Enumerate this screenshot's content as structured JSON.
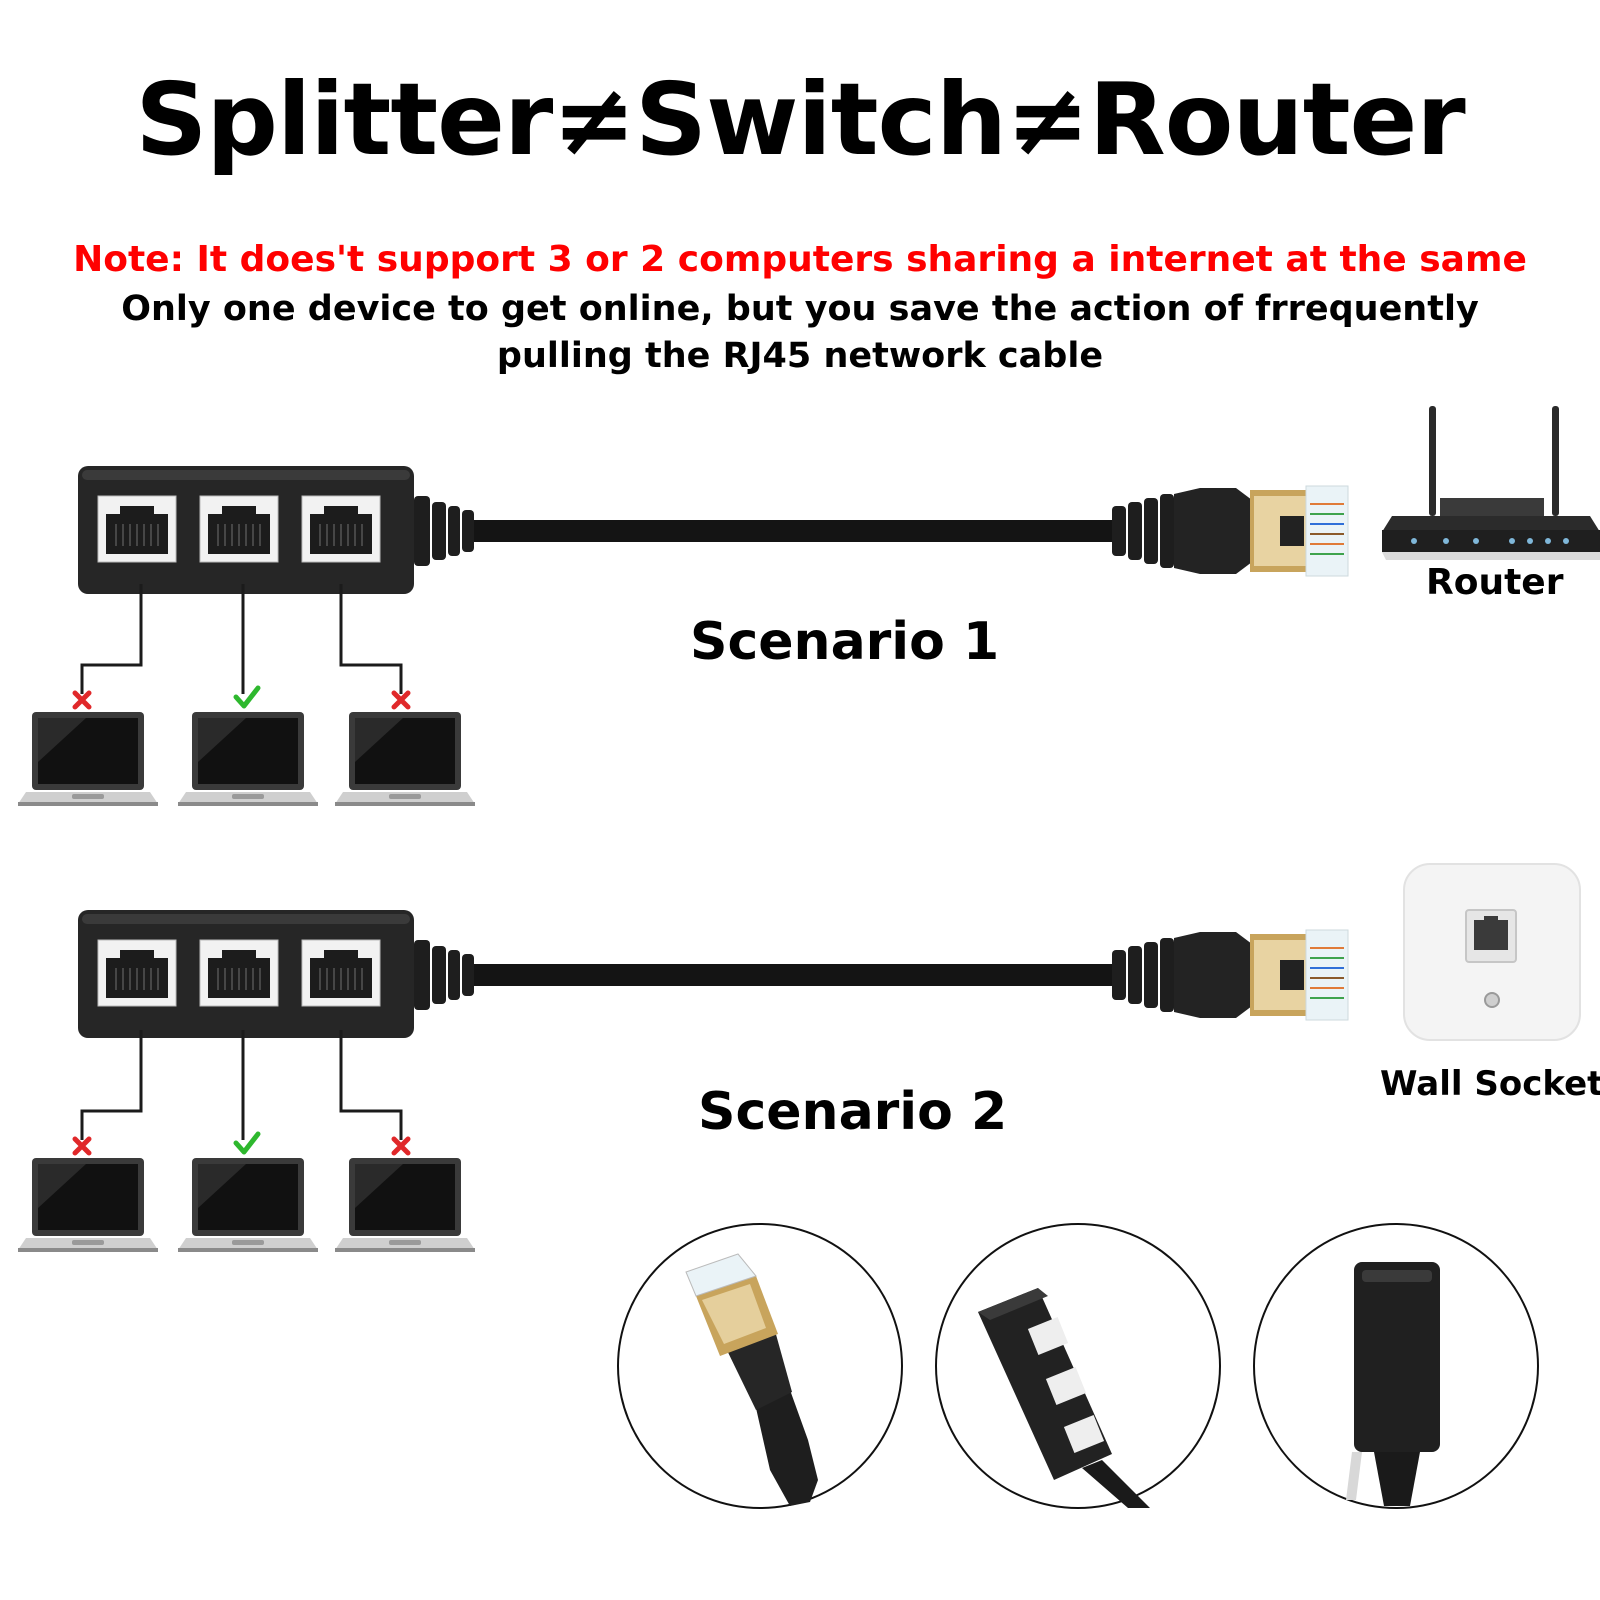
{
  "header": {
    "title": "Splitter≠Switch≠Router",
    "note": "Note: It does't support 3 or 2 computers sharing a internet at the same",
    "subtitle_line1": "Only one device to get online, but you save the action of frrequently",
    "subtitle_line2": "pulling the RJ45 network cable"
  },
  "scenarios": [
    {
      "label": "Scenario 1",
      "device_label": "Router",
      "ports": [
        "blocked",
        "online",
        "blocked"
      ]
    },
    {
      "label": "Scenario 2",
      "device_label": "Wall Socket",
      "ports": [
        "blocked",
        "online",
        "blocked"
      ]
    }
  ],
  "colors": {
    "note": "#ff0000",
    "check": "#2eb82e",
    "cross": "#e0282a",
    "cable": "#141414"
  }
}
